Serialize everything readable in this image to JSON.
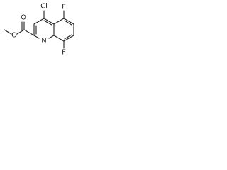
{
  "structure": {
    "atoms": {
      "chlorine": "Cl",
      "fluorine_top": "F",
      "fluorine_bottom": "F",
      "nitrogen": "N",
      "carbonyl_oxygen": "O",
      "ester_oxygen": "O"
    }
  }
}
